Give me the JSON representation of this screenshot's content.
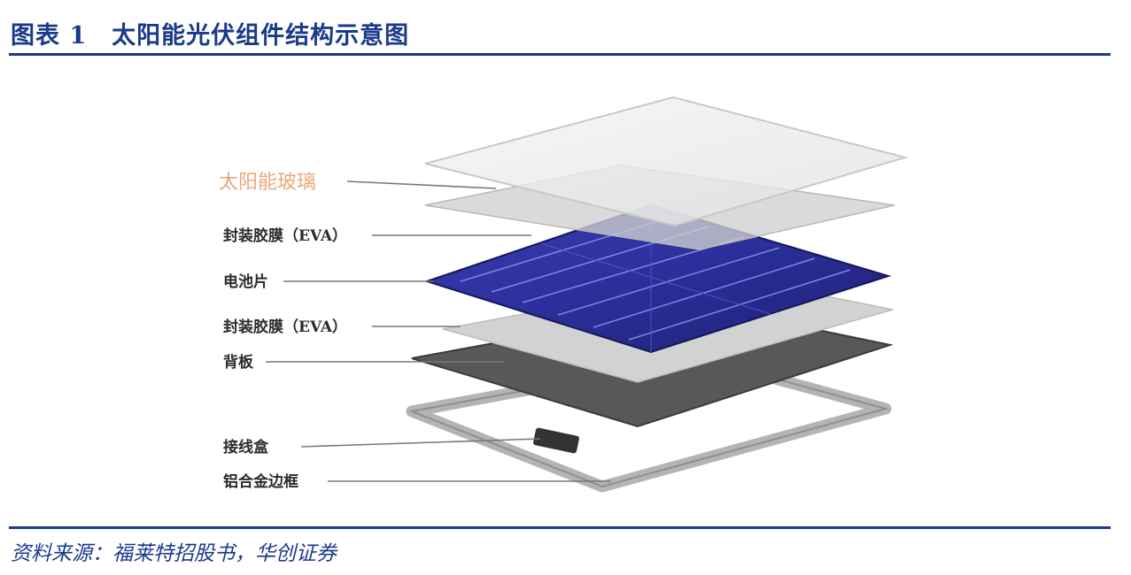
{
  "title": "图表 1　太阳能光伏组件结构示意图",
  "labels": {
    "glass": "太阳能玻璃",
    "eva_top": "封装胶膜（EVA）",
    "cell": "电池片",
    "eva_bottom": "封装胶膜（EVA）",
    "backsheet": "背板",
    "junction_box": "接线盒",
    "frame": "铝合金边框"
  },
  "source": "资料来源：福莱特招股书，华创证券",
  "colors": {
    "accent": "#1a3a8a",
    "glass_label": "#e9a87a",
    "cell_blue": "#2a2f9a",
    "backsheet": "#555555"
  }
}
